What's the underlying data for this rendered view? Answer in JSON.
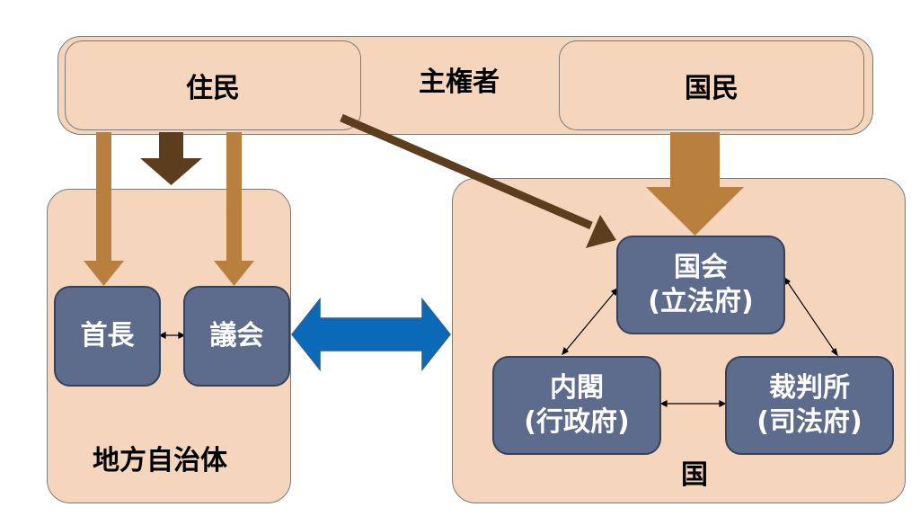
{
  "sovereign": {
    "label": "主権者",
    "residents": "住民",
    "citizens": "国民"
  },
  "local_government": {
    "label": "地方自治体",
    "head": "首長",
    "assembly": "議会"
  },
  "nation": {
    "label": "国",
    "diet": {
      "name": "国会",
      "role": "(立法府)"
    },
    "cabinet": {
      "name": "内閣",
      "role": "(行政府)"
    },
    "court": {
      "name": "裁判所",
      "role": "(司法府)"
    }
  },
  "colors": {
    "panel_fill": "#f5d6bd",
    "box_fill": "#5d6b8c",
    "arrow_light_brown": "#b97f3e",
    "arrow_dark_brown": "#5c3d1e",
    "arrow_blue": "#0b6ab8"
  }
}
